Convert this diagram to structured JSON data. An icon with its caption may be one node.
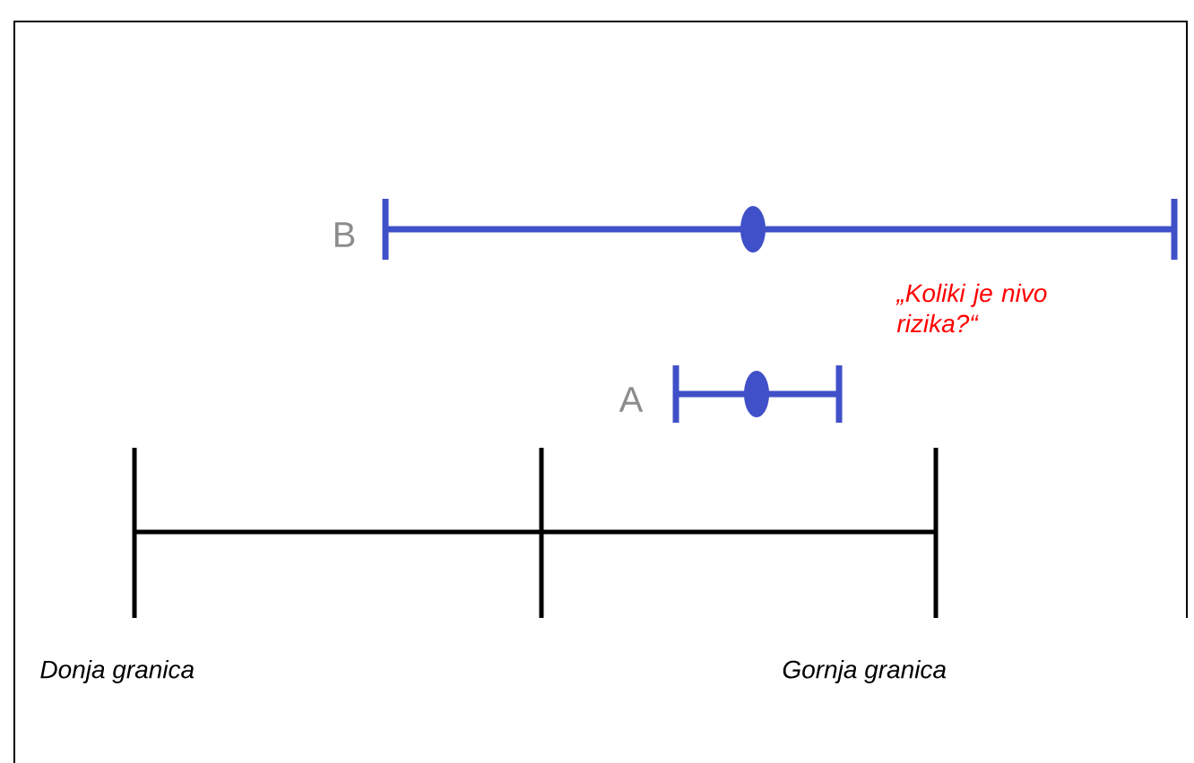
{
  "diagram": {
    "labels": [
      "B",
      "„Koliki je nivo rizika?“",
      "A",
      "Donja granica",
      "Gornja granica"
    ]
  }
}
